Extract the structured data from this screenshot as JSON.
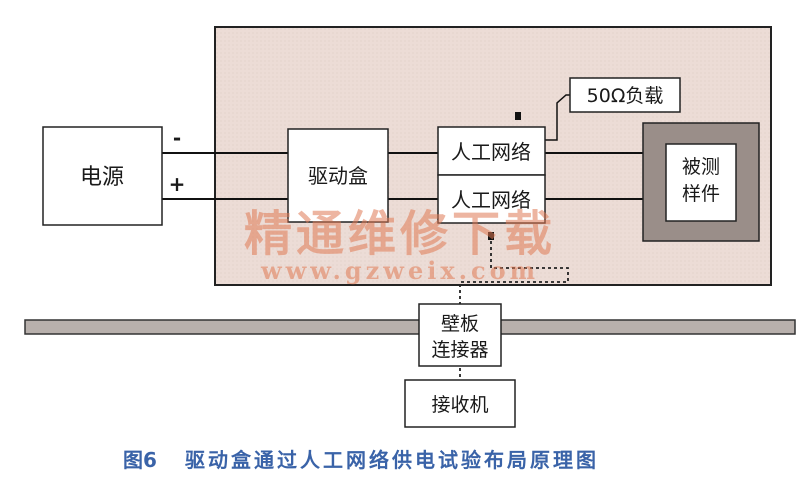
{
  "diagram": {
    "power_supply": "电源",
    "minus_sign": "-",
    "plus_sign": "+",
    "drive_box": "驱动盒",
    "artificial_network_top": "人工网络",
    "artificial_network_bottom": "人工网络",
    "load": "50Ω负载",
    "dut_line1": "被测",
    "dut_line2": "样件",
    "wall_connector_line1": "壁板",
    "wall_connector_line2": "连接器",
    "receiver": "接收机"
  },
  "caption": {
    "figure_number": "图6",
    "title": "驱动盒通过人工网络供电试验布局原理图"
  },
  "watermark": {
    "text": "精通维修下载",
    "url": "www.gzweix.com"
  },
  "colors": {
    "enclosure": "#ecdcd6",
    "dut_shield": "#9a8e89",
    "wall_bar": "#b8b0ac",
    "caption": "#3a63a8"
  }
}
